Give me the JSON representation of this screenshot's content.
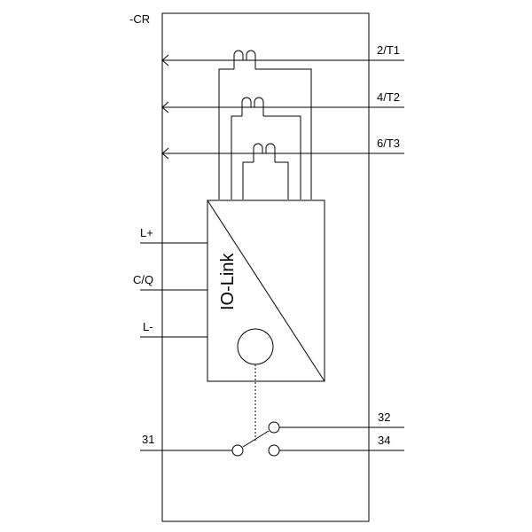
{
  "device_label": "-CR",
  "module_label": "IO-Link",
  "terminals": {
    "t1": "2/T1",
    "t2": "4/T2",
    "t3": "6/T3",
    "l_plus": "L+",
    "cq": "C/Q",
    "l_minus": "L-",
    "c31": "31",
    "c32": "32",
    "c34": "34"
  },
  "colors": {
    "line": "#000000",
    "background": "#ffffff"
  }
}
